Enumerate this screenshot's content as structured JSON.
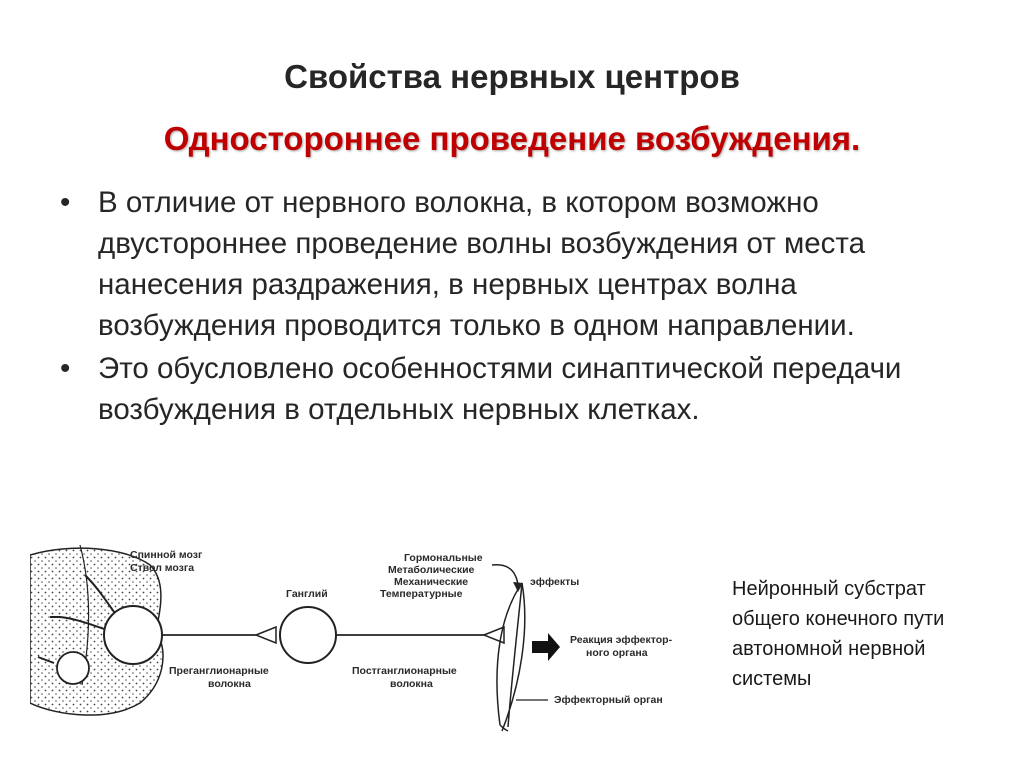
{
  "slide": {
    "title": "Свойства нервных центров",
    "subtitle": "Одностороннее проведение возбуждения.",
    "bullet_symbol": "•",
    "bullets": [
      "В отличие от нервного волокна, в котором возможно двустороннее проведение волны возбуждения от места нанесения раздражения, в нервных центрах волна возбуждения проводится только в одном направлении.",
      "Это обусловлено особенностями синаптической передачи возбуждения в отдельных нервных клетках."
    ]
  },
  "diagram": {
    "labels": {
      "spinal_cord": "Спинной мозг",
      "brainstem": "Ствол мозга",
      "ganglion": "Ганглий",
      "preganglionic_1": "Преганглионарные",
      "preganglionic_2": "волокна",
      "hormonal": "Гормональные",
      "metabolic": "Метаболические",
      "mechanical": "Механические",
      "temperature": "Температурные",
      "effects": "эффекты",
      "reaction_1": "Реакция эффектор-",
      "reaction_2": "ного органа",
      "postganglionic_1": "Постганглионарные",
      "postganglionic_2": "волокна",
      "effector_organ": "Эффекторный орган"
    }
  },
  "caption": {
    "lines": [
      "Нейронный субстрат",
      "общего конечного пути",
      "автономной нервной",
      "системы"
    ]
  }
}
